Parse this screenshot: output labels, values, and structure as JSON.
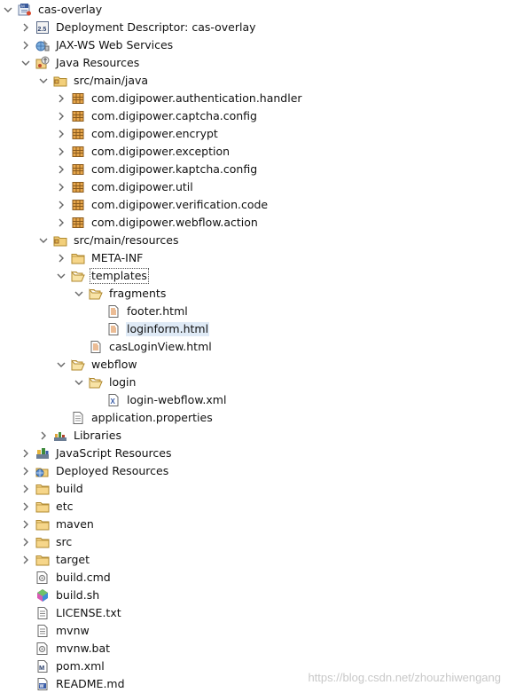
{
  "tree": [
    {
      "label": "cas-overlay",
      "depth": 0,
      "twisty": "expanded",
      "icon": "maven-project-icon"
    },
    {
      "label": "Deployment Descriptor: cas-overlay",
      "depth": 1,
      "twisty": "collapsed",
      "icon": "deployment-descriptor-icon"
    },
    {
      "label": "JAX-WS Web Services",
      "depth": 1,
      "twisty": "collapsed",
      "icon": "web-services-icon"
    },
    {
      "label": "Java Resources",
      "depth": 1,
      "twisty": "expanded",
      "icon": "java-resources-icon"
    },
    {
      "label": "src/main/java",
      "depth": 2,
      "twisty": "expanded",
      "icon": "source-folder-icon"
    },
    {
      "label": "com.digipower.authentication.handler",
      "depth": 3,
      "twisty": "collapsed",
      "icon": "package-icon"
    },
    {
      "label": "com.digipower.captcha.config",
      "depth": 3,
      "twisty": "collapsed",
      "icon": "package-icon"
    },
    {
      "label": "com.digipower.encrypt",
      "depth": 3,
      "twisty": "collapsed",
      "icon": "package-icon"
    },
    {
      "label": "com.digipower.exception",
      "depth": 3,
      "twisty": "collapsed",
      "icon": "package-icon"
    },
    {
      "label": "com.digipower.kaptcha.config",
      "depth": 3,
      "twisty": "collapsed",
      "icon": "package-icon"
    },
    {
      "label": "com.digipower.util",
      "depth": 3,
      "twisty": "collapsed",
      "icon": "package-icon"
    },
    {
      "label": "com.digipower.verification.code",
      "depth": 3,
      "twisty": "collapsed",
      "icon": "package-icon"
    },
    {
      "label": "com.digipower.webflow.action",
      "depth": 3,
      "twisty": "collapsed",
      "icon": "package-icon"
    },
    {
      "label": "src/main/resources",
      "depth": 2,
      "twisty": "expanded",
      "icon": "source-folder-icon"
    },
    {
      "label": "META-INF",
      "depth": 3,
      "twisty": "collapsed",
      "icon": "folder-icon"
    },
    {
      "label": "templates",
      "depth": 3,
      "twisty": "expanded",
      "icon": "folder-open-icon",
      "focus": true
    },
    {
      "label": "fragments",
      "depth": 4,
      "twisty": "expanded",
      "icon": "folder-open-icon"
    },
    {
      "label": "footer.html",
      "depth": 5,
      "twisty": "none",
      "icon": "html-file-icon"
    },
    {
      "label": "loginform.html",
      "depth": 5,
      "twisty": "none",
      "icon": "html-file-icon",
      "selected": true
    },
    {
      "label": "casLoginView.html",
      "depth": 4,
      "twisty": "none",
      "icon": "html-file-icon"
    },
    {
      "label": "webflow",
      "depth": 3,
      "twisty": "expanded",
      "icon": "folder-open-icon"
    },
    {
      "label": "login",
      "depth": 4,
      "twisty": "expanded",
      "icon": "folder-open-icon"
    },
    {
      "label": "login-webflow.xml",
      "depth": 5,
      "twisty": "none",
      "icon": "xml-file-icon"
    },
    {
      "label": "application.properties",
      "depth": 3,
      "twisty": "none",
      "icon": "properties-file-icon"
    },
    {
      "label": "Libraries",
      "depth": 2,
      "twisty": "collapsed",
      "icon": "libraries-icon"
    },
    {
      "label": "JavaScript Resources",
      "depth": 1,
      "twisty": "collapsed",
      "icon": "javascript-resources-icon"
    },
    {
      "label": "Deployed Resources",
      "depth": 1,
      "twisty": "collapsed",
      "icon": "deployed-resources-icon"
    },
    {
      "label": "build",
      "depth": 1,
      "twisty": "collapsed",
      "icon": "folder-icon"
    },
    {
      "label": "etc",
      "depth": 1,
      "twisty": "collapsed",
      "icon": "folder-icon"
    },
    {
      "label": "maven",
      "depth": 1,
      "twisty": "collapsed",
      "icon": "folder-icon"
    },
    {
      "label": "src",
      "depth": 1,
      "twisty": "collapsed",
      "icon": "folder-icon"
    },
    {
      "label": "target",
      "depth": 1,
      "twisty": "collapsed",
      "icon": "folder-icon"
    },
    {
      "label": "build.cmd",
      "depth": 1,
      "twisty": "none",
      "icon": "cmd-file-icon"
    },
    {
      "label": "build.sh",
      "depth": 1,
      "twisty": "none",
      "icon": "shell-script-icon"
    },
    {
      "label": "LICENSE.txt",
      "depth": 1,
      "twisty": "none",
      "icon": "text-file-icon"
    },
    {
      "label": "mvnw",
      "depth": 1,
      "twisty": "none",
      "icon": "text-file-icon"
    },
    {
      "label": "mvnw.bat",
      "depth": 1,
      "twisty": "none",
      "icon": "cmd-file-icon"
    },
    {
      "label": "pom.xml",
      "depth": 1,
      "twisty": "none",
      "icon": "pom-file-icon"
    },
    {
      "label": "README.md",
      "depth": 1,
      "twisty": "none",
      "icon": "markdown-file-icon"
    }
  ],
  "watermark": "https://blog.csdn.net/zhouzhiwengang"
}
